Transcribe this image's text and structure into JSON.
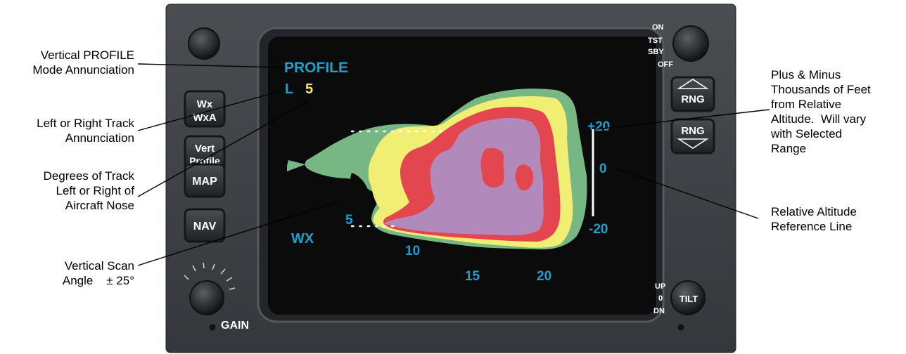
{
  "colors": {
    "bezel": "#3c3f43",
    "screen": "#0b0b0b",
    "button": "#2b2e31",
    "cyan": "#1d9fd0",
    "yellow_text": "#f2ea6a",
    "wx_green": "#76b783",
    "wx_yellow": "#f1ef73",
    "wx_red": "#e3464e",
    "wx_magenta": "#b189ba"
  },
  "buttons": {
    "wx": [
      "Wx",
      "WxA"
    ],
    "vert_profile": [
      "Vert",
      "Profile"
    ],
    "map": "MAP",
    "nav": "NAV",
    "rng_up": "RNG",
    "rng_down": "RNG"
  },
  "mode_knob": {
    "positions": [
      "ON",
      "TST",
      "SBY",
      "OFF"
    ]
  },
  "tilt_knob": {
    "label": "TILT",
    "positions": [
      "UP",
      "0",
      "DN"
    ]
  },
  "gain_label": "GAIN",
  "display": {
    "mode": "PROFILE",
    "track_side": "L",
    "track_degrees": "5",
    "mode_label": "WX",
    "altitude_labels": {
      "top": "+20",
      "middle": "0",
      "bottom": "-20"
    },
    "range_labels": [
      "5",
      "10",
      "15",
      "20"
    ]
  },
  "callouts": {
    "profile_mode": [
      "Vertical PROFILE",
      "Mode Annunciation"
    ],
    "track_annunciation": [
      "Left or Right Track",
      "Annunciation"
    ],
    "track_degrees": [
      "Degrees of Track",
      "Left or Right of",
      "Aircraft Nose"
    ],
    "scan_angle": [
      "Vertical Scan",
      "Angle    ± 25°"
    ],
    "altitude_thousands": [
      "Plus & Minus",
      "Thousands of Feet",
      "from Relative",
      "Altitude.  Will vary",
      "with Selected",
      "Range"
    ],
    "reference_line": [
      "Relative Altitude",
      "Reference Line"
    ]
  }
}
